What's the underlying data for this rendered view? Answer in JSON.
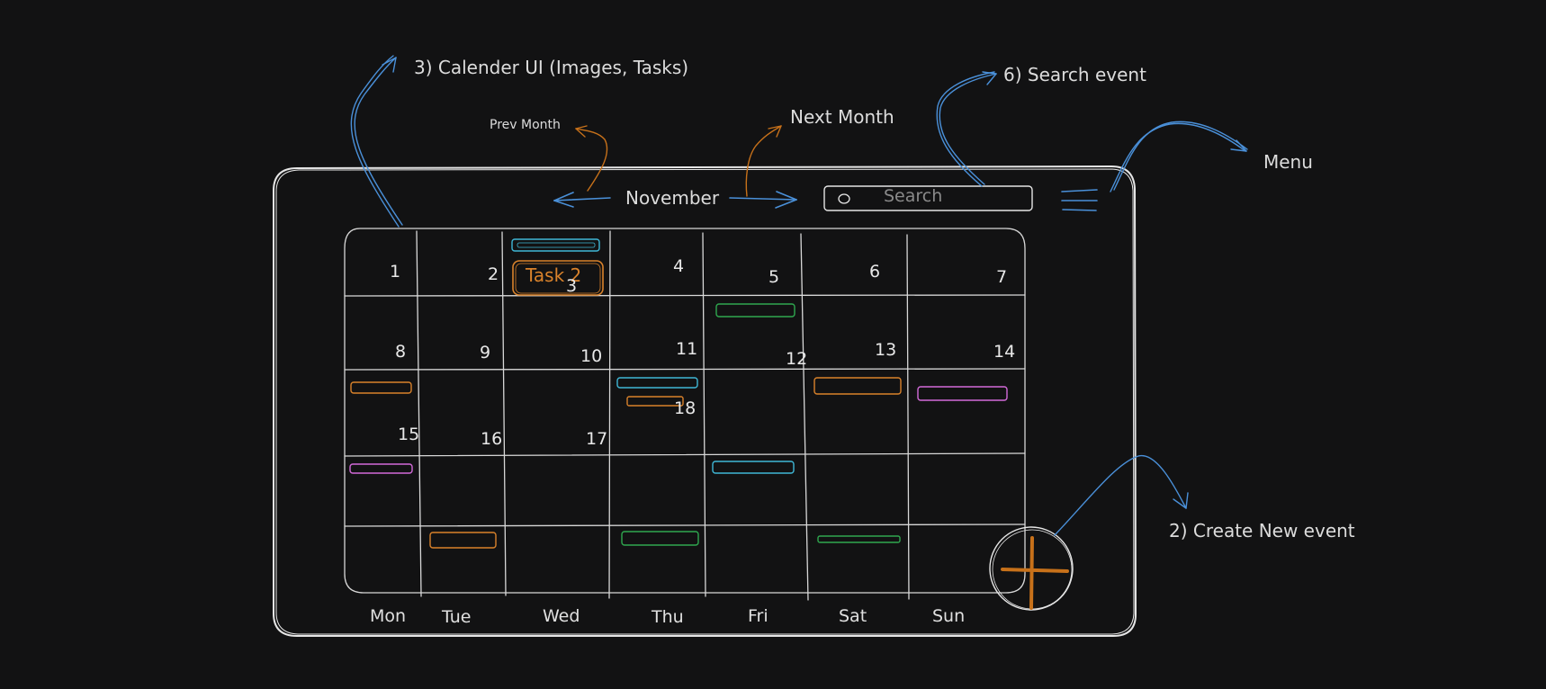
{
  "header": {
    "month": "November",
    "search_placeholder": "Search"
  },
  "annotations": {
    "calendar_ui": "3) Calender UI (Images, Tasks)",
    "prev_month": "Prev Month",
    "next_month": "Next Month",
    "search_event": "6) Search event",
    "menu": "Menu",
    "create_event": "2) Create New event"
  },
  "task_label": "Task 2",
  "weekdays": [
    "Mon",
    "Tue",
    "Wed",
    "Thu",
    "Fri",
    "Sat",
    "Sun"
  ],
  "days": [
    "1",
    "2",
    "3",
    "4",
    "5",
    "6",
    "7",
    "8",
    "9",
    "10",
    "11",
    "12",
    "13",
    "14",
    "15",
    "16",
    "17",
    "18"
  ],
  "colors": {
    "background": "#121213",
    "stroke": "#e6e6e6",
    "arrow_blue": "#4a90d9",
    "arrow_orange": "#c7711a",
    "event_cyan": "#3fb7d6",
    "event_green": "#2fa84f",
    "event_orange": "#d9822b",
    "event_pink": "#d36ad9"
  },
  "icons": {
    "search": "search-icon",
    "menu": "hamburger-menu-icon",
    "add": "plus-icon"
  }
}
